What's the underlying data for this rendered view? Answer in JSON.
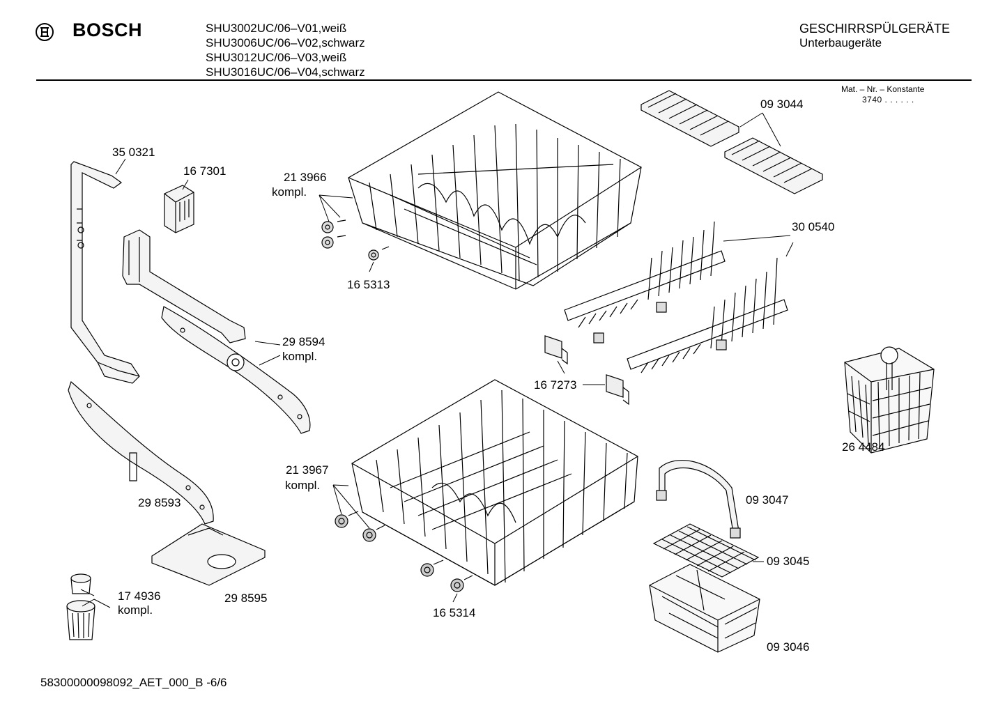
{
  "header": {
    "brand": "BOSCH",
    "models": [
      "SHU3002UC/06–V01,weiß",
      "SHU3006UC/06–V02,schwarz",
      "SHU3012UC/06–V03,weiß",
      "SHU3016UC/06–V04,schwarz"
    ],
    "category_title": "GESCHIRRSPÜLGERÄTE",
    "category_sub": "Unterbaugeräte",
    "mat_label": "Mat. – Nr. – Konstante",
    "mat_value": "3740  .  .    .  .  .  ."
  },
  "parts": {
    "p350321": "35 0321",
    "p167301": "16 7301",
    "p213966": "21 3966",
    "p213966_sub": "kompl.",
    "p165313": "16 5313",
    "p298594": "29 8594",
    "p298594_sub": "kompl.",
    "p298593": "29 8593",
    "p298595": "29 8595",
    "p174936": "17 4936",
    "p174936_sub": "kompl.",
    "p213967": "21 3967",
    "p213967_sub": "kompl.",
    "p165314": "16 5314",
    "p093044": "09 3044",
    "p300540": "30 0540",
    "p167273": "16 7273",
    "p264484": "26 4484",
    "p093047": "09 3047",
    "p093045": "09 3045",
    "p093046": "09 3046"
  },
  "footer": {
    "doc_id": "58300000098092_AET_000_B   -6/6"
  }
}
